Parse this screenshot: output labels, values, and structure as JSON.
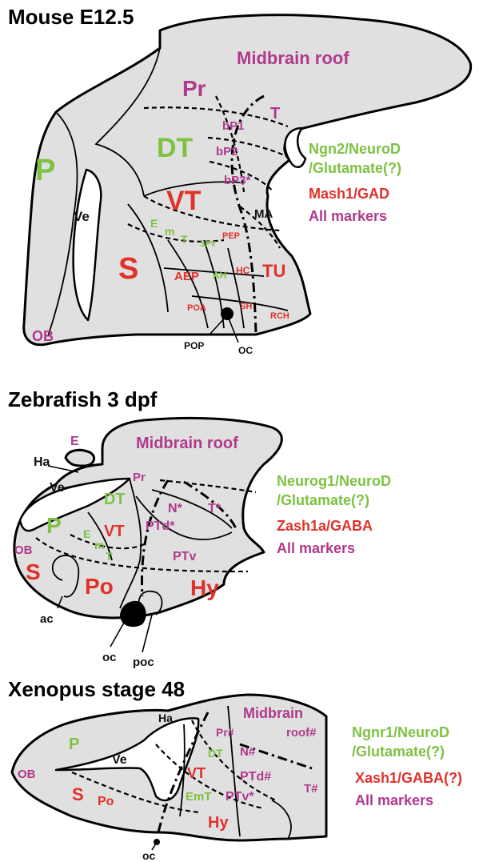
{
  "colors": {
    "region_fill": "#e0e0e0",
    "ngn_green": "#7dc242",
    "mash_red": "#e0312b",
    "all_purple": "#b03a8c",
    "outline": "#000000"
  },
  "panels": [
    {
      "title": "Mouse E12.5",
      "legend": {
        "green": "Ngn2/NeuroD\n/Glutamate(?)",
        "red": "Mash1/GAD",
        "purple": "All markers"
      },
      "labels": {
        "midbrain_roof": "Midbrain roof",
        "Pr": "Pr",
        "T": "T",
        "bP1": "bP1",
        "bP2": "bP2",
        "bP3": "bP3*",
        "DT": "DT",
        "P": "P",
        "VT": "VT",
        "Ve": "Ve",
        "MA": "MA",
        "E": "E",
        "m": "m",
        "T2": "T",
        "SPV": "SPV",
        "PEP": "PEP",
        "S": "S",
        "AEP": "AEP",
        "AH": "AH",
        "HC": "HC",
        "TU": "TU",
        "POA": "POA",
        "SH": "SH",
        "RCH": "RCH",
        "OB": "OB",
        "POP": "POP",
        "OC": "OC"
      }
    },
    {
      "title": "Zebrafish 3 dpf",
      "legend": {
        "green": "Neurog1/NeuroD\n/Glutamate(?)",
        "red": "Zash1a/GABA",
        "purple": "All markers"
      },
      "labels": {
        "E_top": "E",
        "Ha": "Ha",
        "midbrain_roof": "Midbrain roof",
        "Pr": "Pr",
        "Ve": "Ve",
        "DT": "DT",
        "N": "N*",
        "T": "T*",
        "PTd": "PTd*",
        "P": "P",
        "VT": "VT",
        "E": "E",
        "m": "m",
        "T2": "T",
        "PTv": "PTv",
        "OB": "OB",
        "S": "S",
        "Po": "Po",
        "Hy": "Hy",
        "ac": "ac",
        "oc": "oc",
        "poc": "poc"
      }
    },
    {
      "title": "Xenopus stage 48",
      "legend": {
        "green": "Ngnr1/NeuroD\n/Glutamate(?)",
        "red": "Xash1/GABA(?)",
        "purple": "All markers"
      },
      "labels": {
        "Ha": "Ha",
        "midbrain": "Midbrain",
        "roof": "roof#",
        "P": "P",
        "Pr": "Pr#",
        "DT": "DT",
        "N": "N#",
        "Ve": "Ve",
        "OB": "OB",
        "VT": "VT",
        "PTd": "PTd#",
        "T": "T#",
        "S": "S",
        "Po": "Po",
        "EmT": "EmT",
        "PTv": "PTv*",
        "Hy": "Hy",
        "oc": "oc"
      }
    }
  ]
}
